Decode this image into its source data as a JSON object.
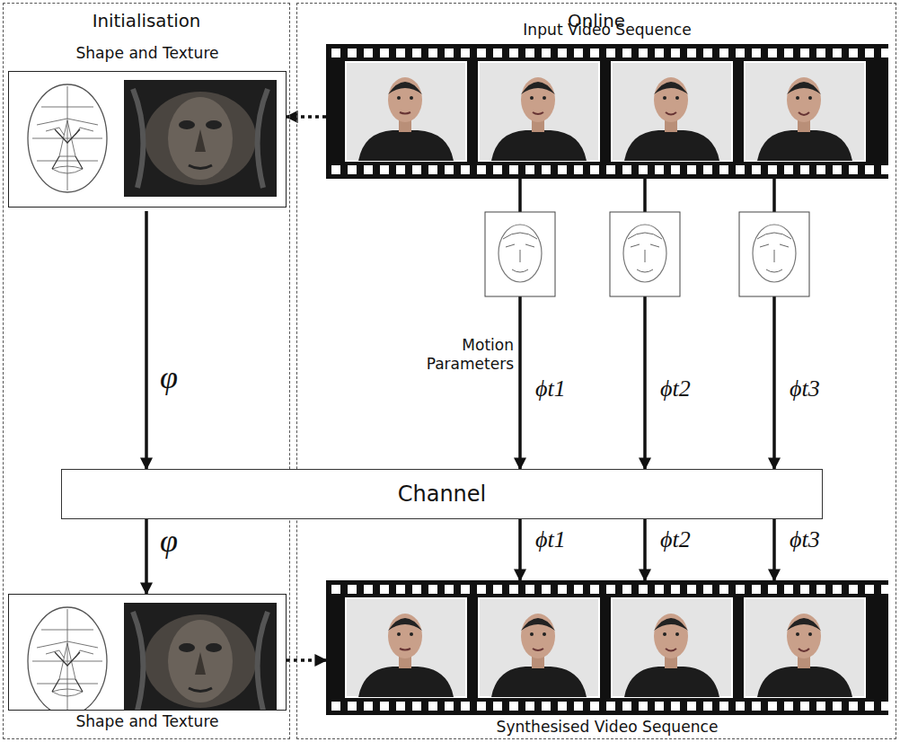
{
  "diagram": {
    "nodes": [
      {
        "text": [
          "Initialisation"
        ]
      },
      {
        "text": [
          "Online"
        ]
      },
      {
        "text": [
          "Shape and Texture"
        ],
        "in": 0
      },
      {
        "text": [
          "Input Video Sequence"
        ],
        "in": 1
      },
      {
        "text": [
          "Channel"
        ]
      },
      {
        "text": [
          "Shape and Texture"
        ],
        "in": 0
      },
      {
        "text": [
          "Synthesised Video Sequence"
        ],
        "in": 1
      }
    ],
    "edges": [
      {
        "from": 3,
        "to": 2,
        "arrow": "to"
      },
      {
        "from": 2,
        "to": 4,
        "label": "φ",
        "arrow": "to"
      },
      {
        "from": 4,
        "to": 5,
        "label": "φ",
        "arrow": "to"
      },
      {
        "from": 5,
        "to": 6,
        "arrow": "to"
      },
      {
        "from": 3,
        "to": 4,
        "label": "ϕt1",
        "arrow": "to"
      },
      {
        "from": 3,
        "to": 4,
        "label": "ϕt2",
        "arrow": "to"
      },
      {
        "from": 3,
        "to": 4,
        "label": "ϕt3",
        "arrow": "to"
      },
      {
        "from": 4,
        "to": 6,
        "label": "ϕt1",
        "arrow": "to"
      },
      {
        "from": 4,
        "to": 6,
        "label": "ϕt2",
        "arrow": "to"
      },
      {
        "from": 4,
        "to": 6,
        "label": "ϕt3",
        "arrow": "to"
      }
    ],
    "labels": [
      "Motion Parameters"
    ]
  }
}
